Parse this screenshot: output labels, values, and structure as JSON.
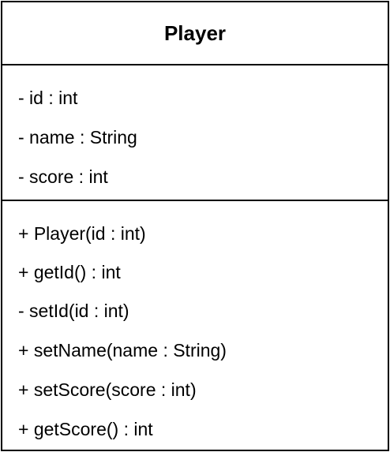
{
  "class_name": "Player",
  "attributes": [
    "- id : int",
    "- name : String",
    "- score : int"
  ],
  "operations": [
    "+ Player(id : int)",
    "+ getId() : int",
    "- setId(id : int)",
    "+ setName(name : String)",
    "+ setScore(score : int)",
    "+ getScore() : int"
  ]
}
